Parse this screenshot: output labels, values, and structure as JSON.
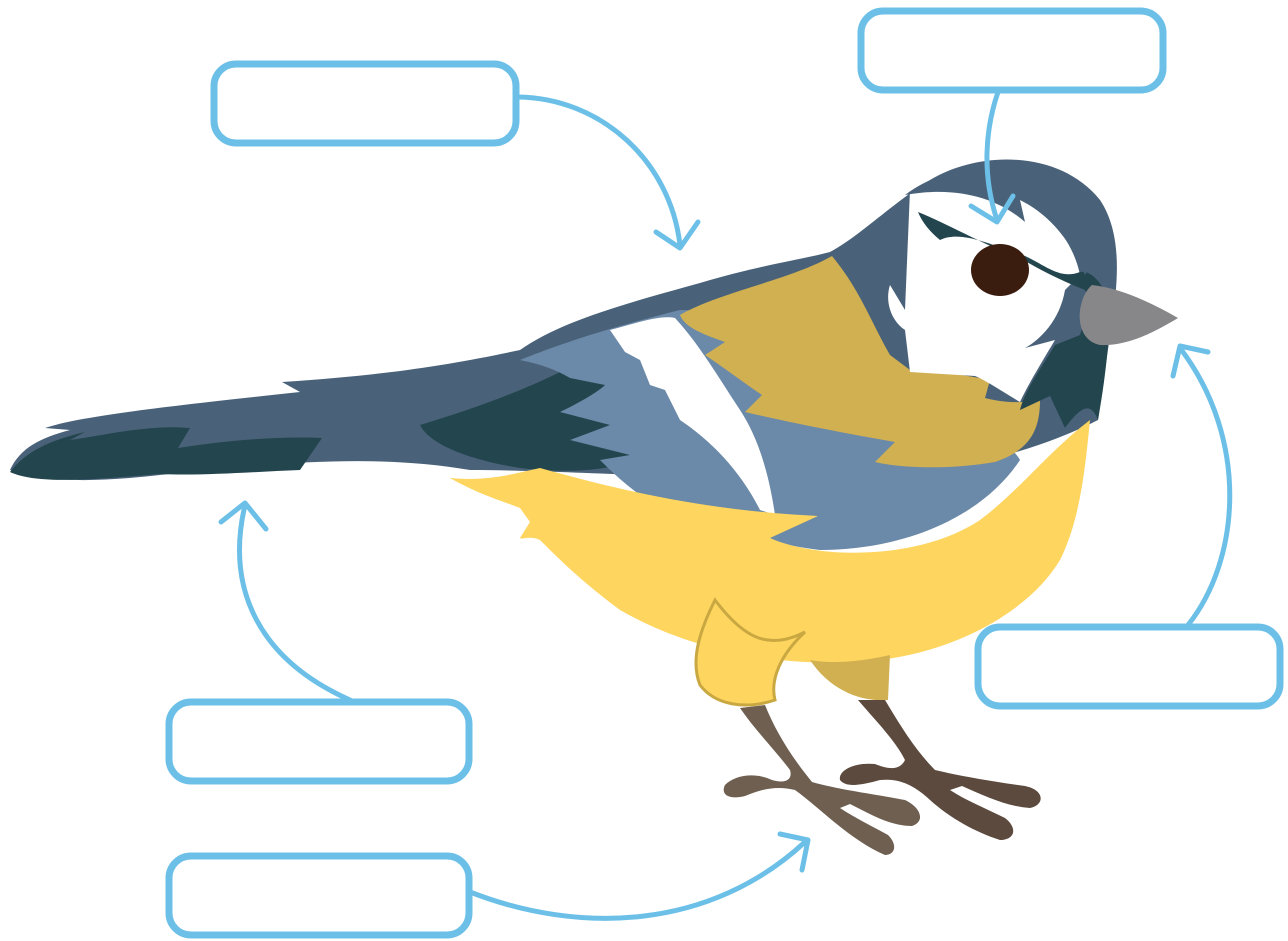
{
  "diagram": {
    "labels": [
      {
        "id": "label-back",
        "text": ""
      },
      {
        "id": "label-eye",
        "text": ""
      },
      {
        "id": "label-beak",
        "text": ""
      },
      {
        "id": "label-tail",
        "text": ""
      },
      {
        "id": "label-feet",
        "text": ""
      }
    ]
  },
  "colors": {
    "label_outline": "#6cc0e8",
    "head_cap": "#4a6279",
    "dark_feather": "#23454e",
    "wing_blue": "#6b89a8",
    "olive": "#d1b052",
    "belly_yellow": "#fdd55f",
    "beak_gray": "#87878a",
    "eye_brown": "#3b1d0f",
    "leg_brown": "#5b4a3d"
  }
}
